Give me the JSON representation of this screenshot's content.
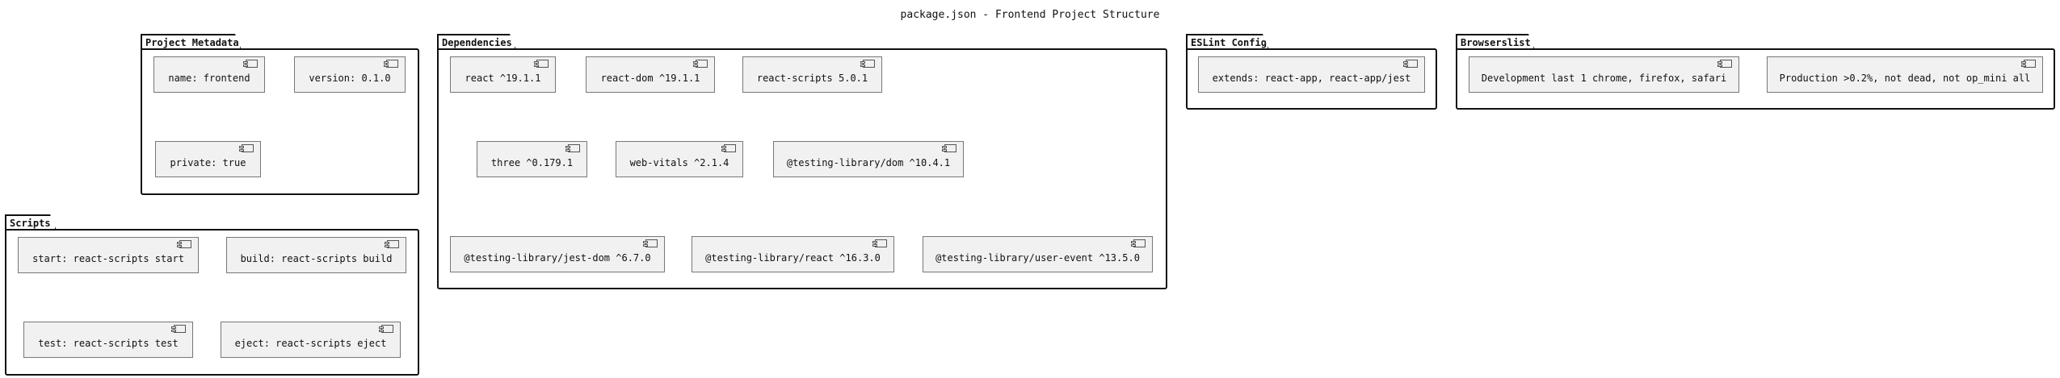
{
  "title": "package.json - Frontend Project Structure",
  "packages": {
    "metadata": {
      "label": "Project Metadata",
      "items": {
        "name": "name: frontend",
        "version": "version: 0.1.0",
        "private": "private: true"
      }
    },
    "dependencies": {
      "label": "Dependencies",
      "items": {
        "react": "react ^19.1.1",
        "react_dom": "react-dom ^19.1.1",
        "react_scripts": "react-scripts 5.0.1",
        "three": "three ^0.179.1",
        "web_vitals": "web-vitals ^2.1.4",
        "testing_dom": "@testing-library/dom ^10.4.1",
        "testing_jest_dom": "@testing-library/jest-dom ^6.7.0",
        "testing_react": "@testing-library/react ^16.3.0",
        "testing_user_event": "@testing-library/user-event ^13.5.0"
      }
    },
    "eslint": {
      "label": "ESLint Config",
      "items": {
        "extends": "extends: react-app, react-app/jest"
      }
    },
    "browserslist": {
      "label": "Browserslist",
      "items": {
        "development": "Development last 1 chrome, firefox, safari",
        "production": "Production >0.2%, not dead, not op_mini all"
      }
    },
    "scripts": {
      "label": "Scripts",
      "items": {
        "start": "start: react-scripts start",
        "build": "build: react-scripts build",
        "test": "test: react-scripts test",
        "eject": "eject: react-scripts eject"
      }
    }
  }
}
